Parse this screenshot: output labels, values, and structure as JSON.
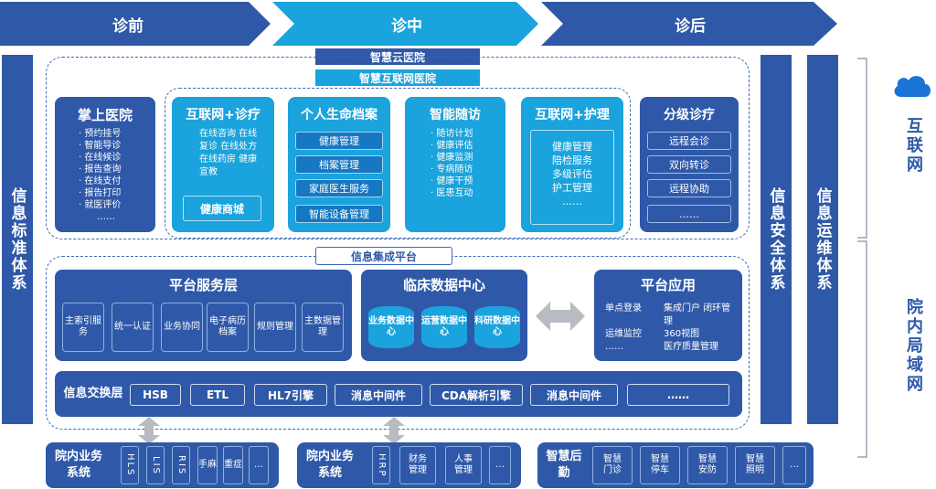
{
  "phases": [
    "诊前",
    "诊中",
    "诊后"
  ],
  "top": {
    "cloud_hospital": "智慧云医院",
    "internet_hospital": "智慧互联网医院"
  },
  "left_bar": "信息标准体系",
  "security_bar": "信息安全体系",
  "ops_bar": "信息运维体系",
  "right_labels": {
    "internet": "互联网",
    "lan": "院内局域网"
  },
  "colors": {
    "dark_blue": "#2f59a8",
    "cyan": "#1aa3dc",
    "bg": "#ffffff"
  },
  "cards": {
    "mobile": {
      "title": "掌上医院",
      "items": [
        "· 预约挂号",
        "· 智能导诊",
        "· 在线候诊",
        "· 报告查询",
        "· 在线支付",
        "· 报告打印",
        "· 就医评价",
        "……"
      ]
    },
    "internet_dx": {
      "title": "互联网+诊疗",
      "text": "在线咨询 在线复诊 在线处方 在线药房 健康宣教",
      "mall": "健康商城"
    },
    "life_record": {
      "title": "个人生命档案",
      "items": [
        "健康管理",
        "档案管理",
        "家庭医生服务",
        "智能设备管理"
      ]
    },
    "followup": {
      "title": "智能随访",
      "items": [
        "· 随访计划",
        "· 健康评估",
        "· 健康监测",
        "· 专病随访",
        "· 健康干预",
        "· 医患互动"
      ]
    },
    "nursing": {
      "title": "互联网+护理",
      "items": [
        "健康管理",
        "陪检服务",
        "多级评估",
        "护工管理",
        "……"
      ]
    },
    "tiered": {
      "title": "分级诊疗",
      "items": [
        "远程会诊",
        "双向转诊",
        "远程协助",
        "……"
      ]
    }
  },
  "integration_platform": "信息集成平台",
  "service_layer": {
    "title": "平台服务层",
    "items": [
      "主索引服务",
      "统一认证",
      "业务协同",
      "电子病历档案",
      "规则管理",
      "主数据管理"
    ]
  },
  "clinical": {
    "title": "临床数据中心",
    "items": [
      "业务数据中心",
      "运营数据中心",
      "科研数据中心"
    ]
  },
  "platform_app": {
    "title": "平台应用",
    "items": [
      "单点登录",
      "集成门户 闭环管理",
      "360视图",
      "运维监控",
      "医疗质量管理",
      "……"
    ]
  },
  "exchange": {
    "title": "信息交换层",
    "items": [
      "HSB",
      "ETL",
      "HL7引擎",
      "消息中间件",
      "CDA解析引擎",
      "消息中间件",
      "……"
    ]
  },
  "systems": [
    {
      "title": "院内业务系统",
      "items": [
        "HLS",
        "LIS",
        "RIS",
        "手麻",
        "重症",
        "…"
      ]
    },
    {
      "title": "院内业务系统",
      "items": [
        "HRP",
        "财务管理",
        "人事管理",
        "…"
      ]
    },
    {
      "title": "智慧后勤",
      "items": [
        "智慧门诊",
        "智慧停车",
        "智慧安防",
        "智慧照明",
        "…"
      ]
    }
  ]
}
